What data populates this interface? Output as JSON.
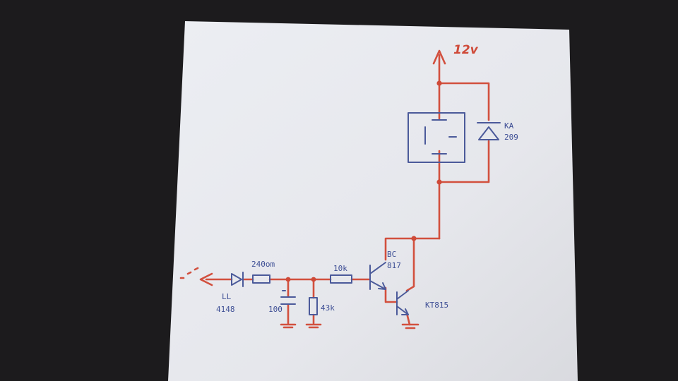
{
  "colors": {
    "background": "#1c1b1d",
    "paper": "#e9eaf0",
    "wire": "#d2503e",
    "ink": "#4b5a9a"
  },
  "labels": {
    "supply": "12v",
    "relay": [
      "KA",
      "209"
    ],
    "diode": [
      "LL",
      "4148"
    ],
    "series_resistor": "240om",
    "capacitor": "100",
    "shunt_resistor": "43k",
    "base_resistor": "10k",
    "transistor_1": [
      "BC",
      "817"
    ],
    "transistor_2": "KT815"
  }
}
